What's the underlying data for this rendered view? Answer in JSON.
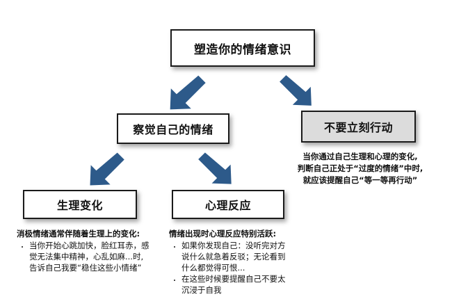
{
  "colors": {
    "arrow": "#2d5a8a",
    "box_border": "#1a1a1a",
    "highlight_box": "#dcdcdc"
  },
  "boxes": {
    "root": "塑造你的情绪意识",
    "awareness": "察觉自己的情绪",
    "no_act": "不要立刻行动",
    "physical": "生理变化",
    "mental": "心理反应"
  },
  "no_act_note": {
    "lines": [
      "当你通过自己生理和心理的变化,",
      "判断自己正处于“过度的情绪”中时,",
      "就应该提醒自己“等一等再行动”"
    ]
  },
  "physical_note": {
    "heading": "消极情绪通常伴随着生理上的变化:",
    "bullets": [
      [
        "当你开始心跳加快，脸红耳赤，感",
        "觉无法集中精神，心乱如麻...时,",
        "告诉自己我要“稳住这些小情绪”"
      ]
    ]
  },
  "mental_note": {
    "heading": "情绪出现时心理反应特别活跃:",
    "bullets": [
      [
        "如果你发现自己：没听完对方",
        "说什么就急着反驳；无论看到",
        "什么都觉得可恨..."
      ],
      [
        "在这些时候要提醒自己不要太",
        "沉浸于自我"
      ]
    ]
  }
}
